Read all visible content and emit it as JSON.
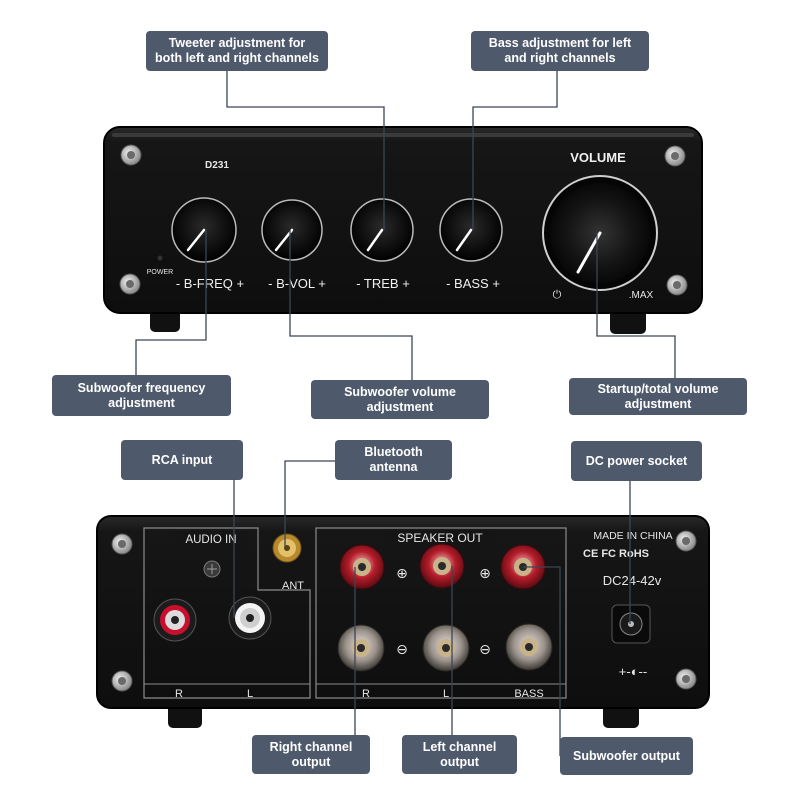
{
  "front_panel": {
    "model": "D231",
    "power_label": "POWER",
    "volume_label": "VOLUME",
    "knob_labels": [
      "- B-FREQ +",
      "- B-VOL +",
      "- TREB +",
      "- BASS +"
    ],
    "power_symbol": "⏻",
    "max_label": ".MAX"
  },
  "rear_panel": {
    "audio_in_label": "AUDIO IN",
    "ant_label": "ANT",
    "speaker_out_label": "SPEAKER OUT",
    "made_in_label": "MADE IN CHINA",
    "cert_label": "CE FC RoHS",
    "voltage_label": "DC24-42v",
    "rca_r_label": "R",
    "rca_l_label": "L",
    "out_r_label": "R",
    "out_l_label": "L",
    "out_bass_label": "BASS",
    "plus_sign": "⊕",
    "minus_sign": "⊖",
    "dc_polarity_label": "+-◐--"
  },
  "callouts": {
    "tweeter": "Tweeter adjustment for\nboth left and right channels",
    "bass_adj": "Bass adjustment for left\nand right channels",
    "sub_freq": "Subwoofer frequency\nadjustment",
    "sub_vol": "Subwoofer volume\nadjustment",
    "startup": "Startup/total volume\nadjustment",
    "rca": "RCA input",
    "bluetooth": "Bluetooth\nantenna",
    "dc": "DC power socket",
    "right_out": "Right channel\noutput",
    "left_out": "Left channel\noutput",
    "sub_out": "Subwoofer output"
  },
  "colors": {
    "callout_bg": "#4e5a6b",
    "panel": "#151515",
    "connector_lines": "#3c4654"
  }
}
